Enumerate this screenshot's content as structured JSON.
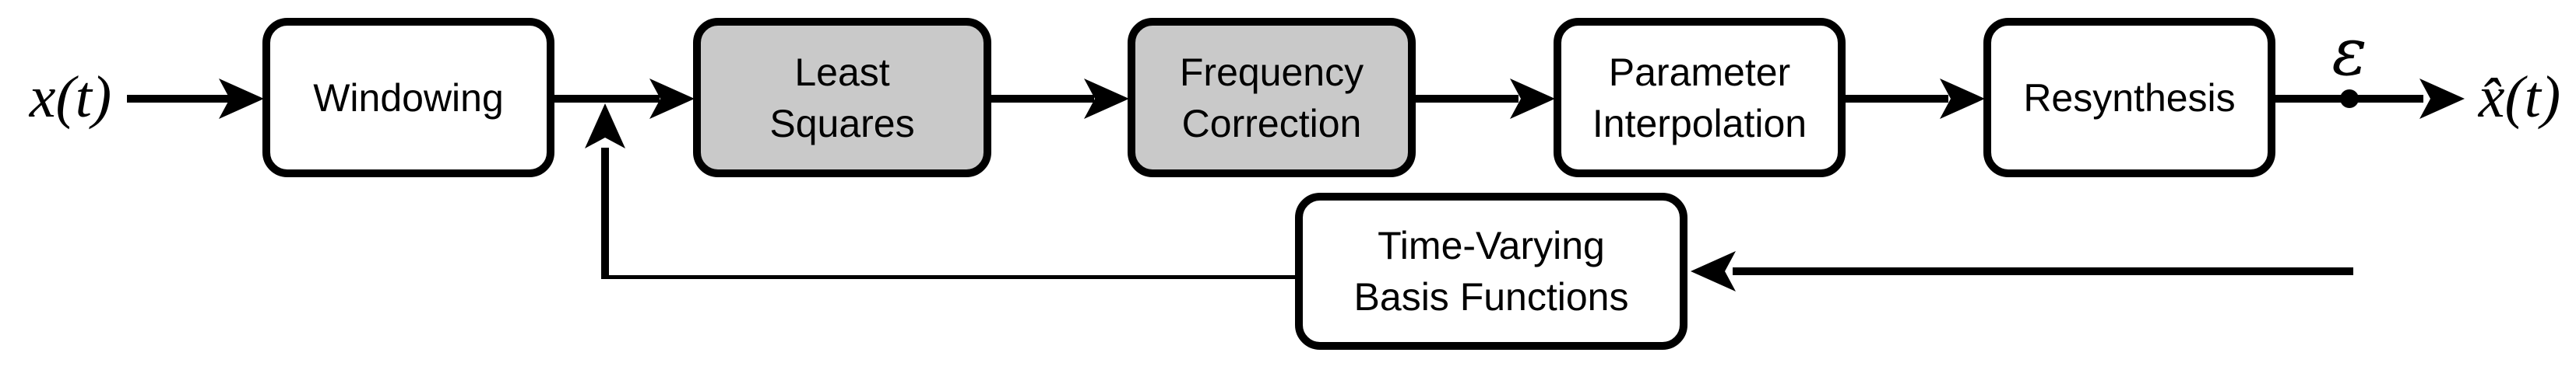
{
  "colors": {
    "background": "#FFFFFF",
    "stroke": "#000000",
    "node_fill": "#FFFFFF",
    "node_fill_highlighted": "#C9C9C9"
  },
  "diagram": {
    "input_label": "x(t)",
    "error_label": "ε",
    "output_label": "x̂(t)",
    "nodes": [
      {
        "id": "windowing",
        "label": "Windowing",
        "highlighted": false
      },
      {
        "id": "least-squares",
        "label": "Least\nSquares",
        "highlighted": true
      },
      {
        "id": "frequency-correction",
        "label": "Frequency\nCorrection",
        "highlighted": true
      },
      {
        "id": "parameter-interpolation",
        "label": "Parameter\nInterpolation",
        "highlighted": false
      },
      {
        "id": "resynthesis",
        "label": "Resynthesis",
        "highlighted": false
      },
      {
        "id": "basis-functions",
        "label": "Time-Varying\nBasis Functions",
        "highlighted": false
      }
    ]
  }
}
